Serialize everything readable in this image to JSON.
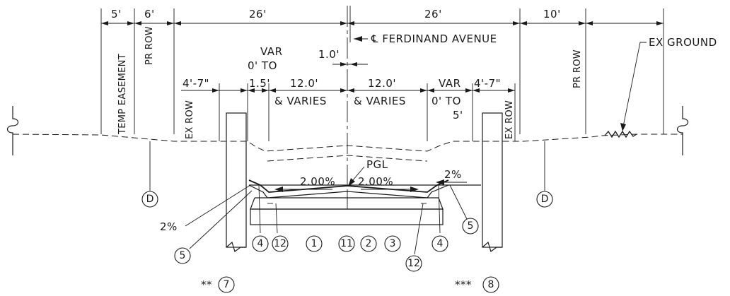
{
  "dimensions": {
    "top": [
      "5'",
      "6'",
      "26'",
      "26'",
      "10'"
    ],
    "mid": [
      "4'-7\"",
      "1.5'",
      "12.0'",
      "12.0'",
      "VAR",
      "4'-7\""
    ],
    "offset": "1.0'"
  },
  "labels": {
    "centerline": "℄ FERDINAND AVENUE",
    "var_left_1": "VAR",
    "var_left_2": "0' TO",
    "varies_left": "& VARIES",
    "varies_right": "& VARIES",
    "var_right_1": "0' TO",
    "var_right_2": "5'",
    "ex_ground": "EX GROUND",
    "pgl": "PGL",
    "slope_left": "2.00%",
    "slope_right": "2.00%",
    "slope_edge_right": "2%",
    "slope_edge_left": "2%"
  },
  "vertical_labels": {
    "temp_easement": "TEMP EASEMENT",
    "pr_row_left": "PR ROW",
    "ex_row_left": "EX ROW",
    "ex_row_right": "EX ROW",
    "pr_row_right": "PR ROW"
  },
  "callouts": {
    "d_left": "D",
    "d_right": "D",
    "b1": "1",
    "b2": "2",
    "b3": "3",
    "b4_left": "4",
    "b4_right": "4",
    "b5_left": "5",
    "b5_right": "5",
    "b7": "7",
    "b8": "8",
    "b11": "11",
    "b12_left": "12",
    "b12_right": "12",
    "stars_7": "**",
    "stars_8": "***"
  }
}
